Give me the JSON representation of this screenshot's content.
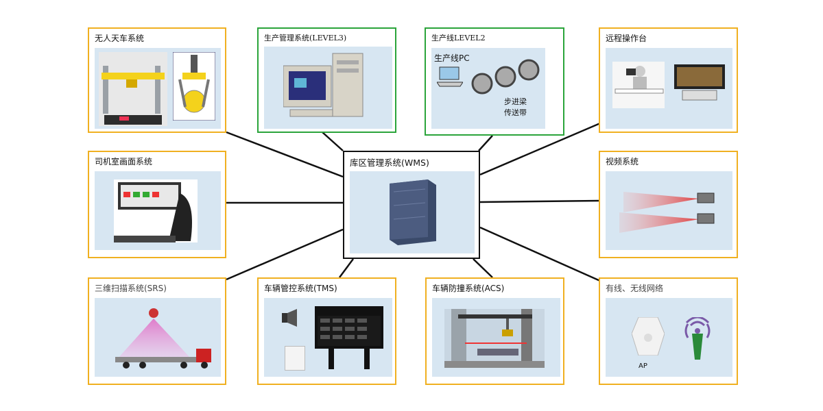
{
  "center": {
    "label": "库区管理系统(WMS)"
  },
  "nodes": {
    "crane": {
      "label": "无人天车系统"
    },
    "prod": {
      "label": "生产管理系统(LEVEL3)"
    },
    "line": {
      "label": "生产线LEVEL2",
      "pc_label": "生产线PC",
      "conveyor_label_1": "步进梁",
      "conveyor_label_2": "传送带"
    },
    "remote": {
      "label": "远程操作台"
    },
    "cabin": {
      "label": "司机室画面系统"
    },
    "video": {
      "label": "视频系统"
    },
    "srs": {
      "label": "三维扫描系统(SRS)"
    },
    "tms": {
      "label": "车辆管控系统(TMS)"
    },
    "acs": {
      "label": "车辆防撞系统(ACS)"
    },
    "net": {
      "label": "有线、无线网络",
      "ap_label": "AP"
    }
  },
  "colors": {
    "orange": "#f0b020",
    "green": "#2aa43a",
    "panel": "#d7e6f2",
    "line": "#111111"
  },
  "icons": [
    "crane-icon",
    "computer-icon",
    "conveyor-icon",
    "operator-desk-icon",
    "cabin-screen-icon",
    "camera-icon",
    "scanner-truck-icon",
    "speaker-icon",
    "display-board-icon",
    "gantry-icon",
    "access-point-icon",
    "antenna-icon",
    "server-icon"
  ]
}
